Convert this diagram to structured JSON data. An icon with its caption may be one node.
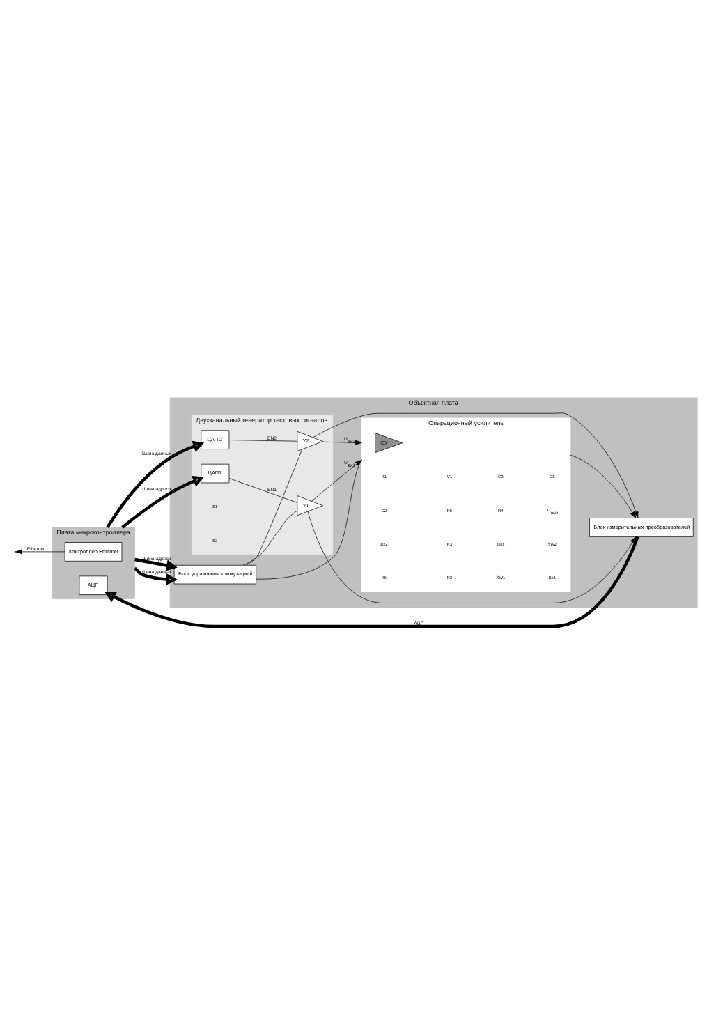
{
  "diagram": {
    "nodes": [
      {
        "text": [
          "Плата микроконтроллера"
        ]
      },
      {
        "text": [
          "Контроллер Ethernet"
        ],
        "in": 0
      },
      {
        "text": [
          "АЦП"
        ],
        "in": 0
      },
      {
        "text": [
          "Объектная плата"
        ]
      },
      {
        "text": [
          "Двухканальный генератор тестовых сигналов"
        ],
        "in": 3
      },
      {
        "text": [
          "ЦАП1"
        ],
        "in": 4
      },
      {
        "text": [
          "У1"
        ],
        "in": 4
      },
      {
        "text": [
          "ЦАП 2"
        ],
        "in": 4
      },
      {
        "text": [
          "У2"
        ],
        "in": 4
      },
      {
        "text": [
          "Операционный усилитель"
        ],
        "in": 3
      },
      {
        "text": [
          "ОУ"
        ],
        "in": 9
      },
      {
        "text": [
          "Блок управления коммутацией"
        ],
        "in": 3
      },
      {
        "text": [
          "Блок измерительных преобразователей"
        ],
        "in": 3
      }
    ],
    "edges": [
      {
        "from": 1,
        "to": null,
        "arrow": "to",
        "label": "Ethernet"
      },
      {
        "from": 0,
        "to": 5,
        "arrow": "to",
        "label": "Шина адреса",
        "style": "thick"
      },
      {
        "from": 0,
        "to": 7,
        "arrow": "to",
        "label": "Шина данных",
        "style": "thick"
      },
      {
        "from": 5,
        "to": 6,
        "arrow": "none",
        "label": "EN1"
      },
      {
        "from": 7,
        "to": 8,
        "arrow": "none",
        "label": "EN2"
      },
      {
        "from": 6,
        "to": 9,
        "arrow": "to",
        "label": "U$_{вх1}$"
      },
      {
        "from": 8,
        "to": 9,
        "arrow": "to",
        "label": "U$_{вх2}$"
      },
      {
        "from": 0,
        "to": 11,
        "arrow": "to",
        "label": "Шина адреса",
        "style": "thick"
      },
      {
        "from": 0,
        "to": 11,
        "arrow": "to",
        "label": "Шина данных",
        "style": "thick"
      },
      {
        "from": 11,
        "to": 6,
        "arrow": "none"
      },
      {
        "from": 11,
        "to": 8,
        "arrow": "none"
      },
      {
        "from": 11,
        "to": 9,
        "arrow": "none"
      },
      {
        "from": 6,
        "to": 12,
        "arrow": "to"
      },
      {
        "from": 8,
        "to": 12,
        "arrow": "to"
      },
      {
        "from": 9,
        "to": 12,
        "arrow": "to"
      },
      {
        "from": 12,
        "to": 2,
        "arrow": "to",
        "label": "АЦП",
        "style": "thick"
      }
    ],
    "labels": [
      "E1",
      "E2",
      "R1",
      "V1",
      "C3",
      "C1",
      "R5",
      "R2",
      "SW1",
      "Вх1",
      "Вх2",
      "R3",
      "Вых",
      "SW2",
      "C2",
      "R6",
      "R4",
      "U$_{вых}$"
    ]
  }
}
